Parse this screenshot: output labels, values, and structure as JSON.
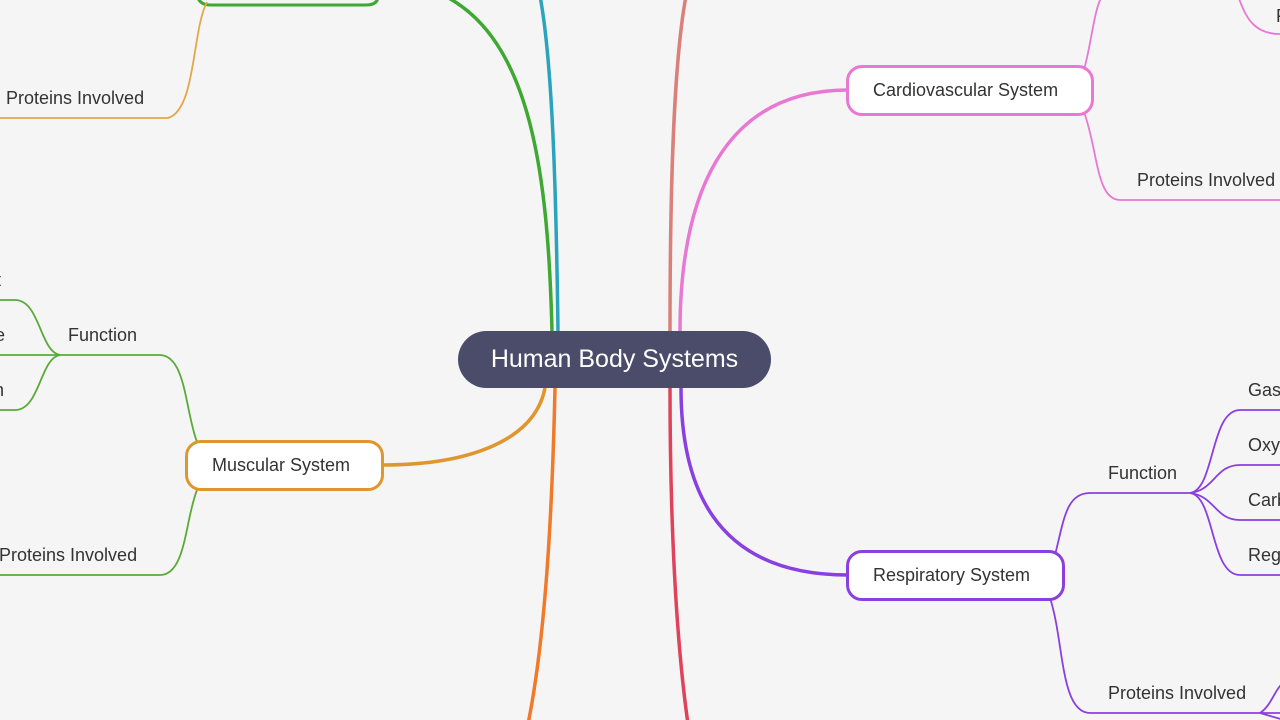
{
  "root": {
    "label": "Human Body Systems",
    "color": "#4a4c6a"
  },
  "branches": {
    "cardiovascular": {
      "label": "Cardiovascular System",
      "color": "#e878d4",
      "children": {
        "proteins": "Proteins Involved",
        "top_cut": "F"
      }
    },
    "respiratory": {
      "label": "Respiratory System",
      "color": "#8a3fe0",
      "children": {
        "function": "Function",
        "function_items": [
          "Gas",
          "Oxy",
          "Carb",
          "Reg"
        ],
        "proteins": "Proteins Involved"
      }
    },
    "muscular": {
      "label": "Muscular System",
      "color": "#e0962e",
      "children": {
        "function": "Function",
        "function_items": [
          "t",
          "e",
          "n"
        ],
        "proteins": "Proteins Involved",
        "link_color": "#5aaa3a"
      }
    },
    "top_left": {
      "color": "#3ea832",
      "proteins": "Proteins Involved",
      "proteins_link_color": "#e0a84a"
    }
  },
  "edge_colors": {
    "teal": "#2aa3bd",
    "salmon": "#d9807a",
    "orange": "#f07a2a",
    "red": "#e0425a"
  }
}
